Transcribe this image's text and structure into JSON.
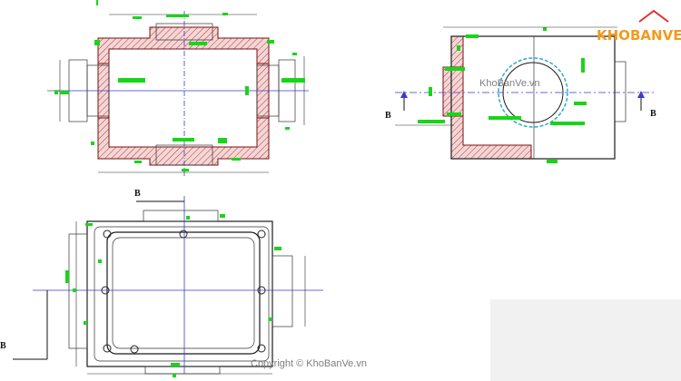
{
  "section_labels": {
    "top_right_left": "B",
    "top_right_right": "B",
    "bottom_left_top": "B",
    "bottom_left_bottom": "B"
  },
  "watermarks": {
    "center": "KhoBanVe.vn",
    "copyright": "Copyright © KhoBanVe.vn"
  },
  "logo": {
    "text_left": "KHO",
    "text_right": "BANVE"
  },
  "colors": {
    "hatch": "#c06060",
    "dimension_marker": "#17d617",
    "centerline": "#3a3ad0"
  }
}
